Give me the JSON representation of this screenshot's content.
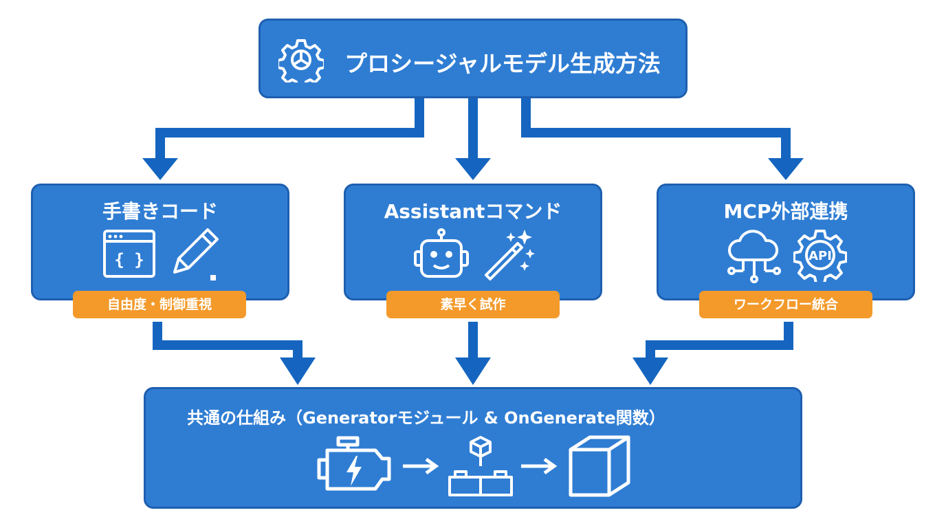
{
  "root": {
    "title": "プロシージャルモデル生成方法",
    "icon": "gear-icon"
  },
  "methods": [
    {
      "title": "手書きコード",
      "tag": "自由度・制御重視",
      "icons": [
        "code-window-icon",
        "pencil-icon"
      ]
    },
    {
      "title": "Assistantコマンド",
      "tag": "素早く試作",
      "icons": [
        "robot-icon",
        "magic-wand-icon"
      ]
    },
    {
      "title": "MCP外部連携",
      "tag": "ワークフロー統合",
      "icons": [
        "cloud-network-icon",
        "api-gear-icon"
      ]
    }
  ],
  "common": {
    "title": "共通の仕組み（Generatorモジュール & OnGenerate関数）",
    "icons": [
      "engine-icon",
      "arrow-right-icon",
      "building-blocks-icon",
      "arrow-right-icon",
      "cube-icon"
    ]
  },
  "api_label": "API",
  "colors": {
    "box_fill": "#2f7dd3",
    "box_border": "#1d5fb0",
    "arrow": "#1565c0",
    "tag": "#f39a2b",
    "text": "#ffffff"
  }
}
